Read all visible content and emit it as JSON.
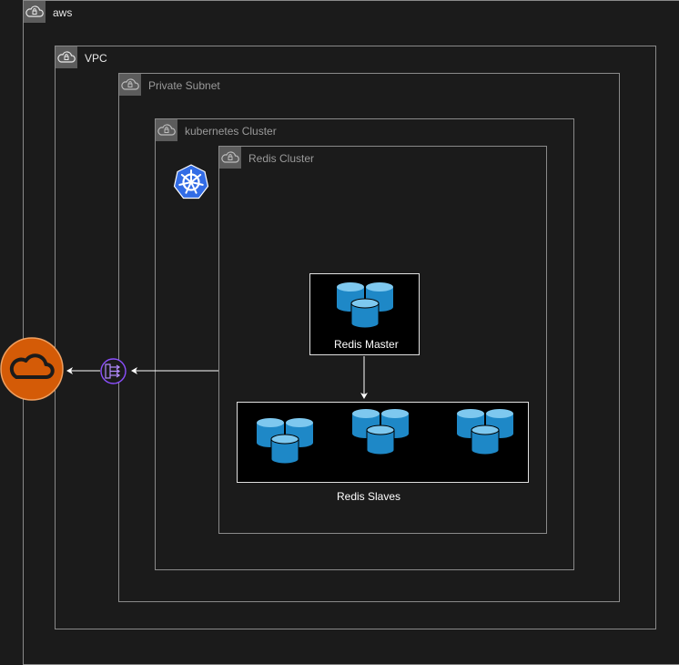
{
  "groups": {
    "aws": "aws",
    "vpc": "VPC",
    "private_subnet": "Private Subnet",
    "kubernetes_cluster": "kubernetes Cluster",
    "redis_cluster": "Redis Cluster"
  },
  "nodes": {
    "redis_master": "Redis Master",
    "redis_slaves": "Redis Slaves"
  },
  "icons": {
    "group": "cloud-lock-icon",
    "kubernetes": "kubernetes-icon",
    "database": "database-cluster-icon",
    "nat_gateway": "nat-gateway-icon",
    "internet": "cloud-icon"
  },
  "colors": {
    "background": "#1b1b1b",
    "group_border": "#8a8a8a",
    "kubernetes": "#326ce5",
    "database": "#1e88c7",
    "nat_gateway": "#8c4fff",
    "internet": "#d45b07"
  }
}
